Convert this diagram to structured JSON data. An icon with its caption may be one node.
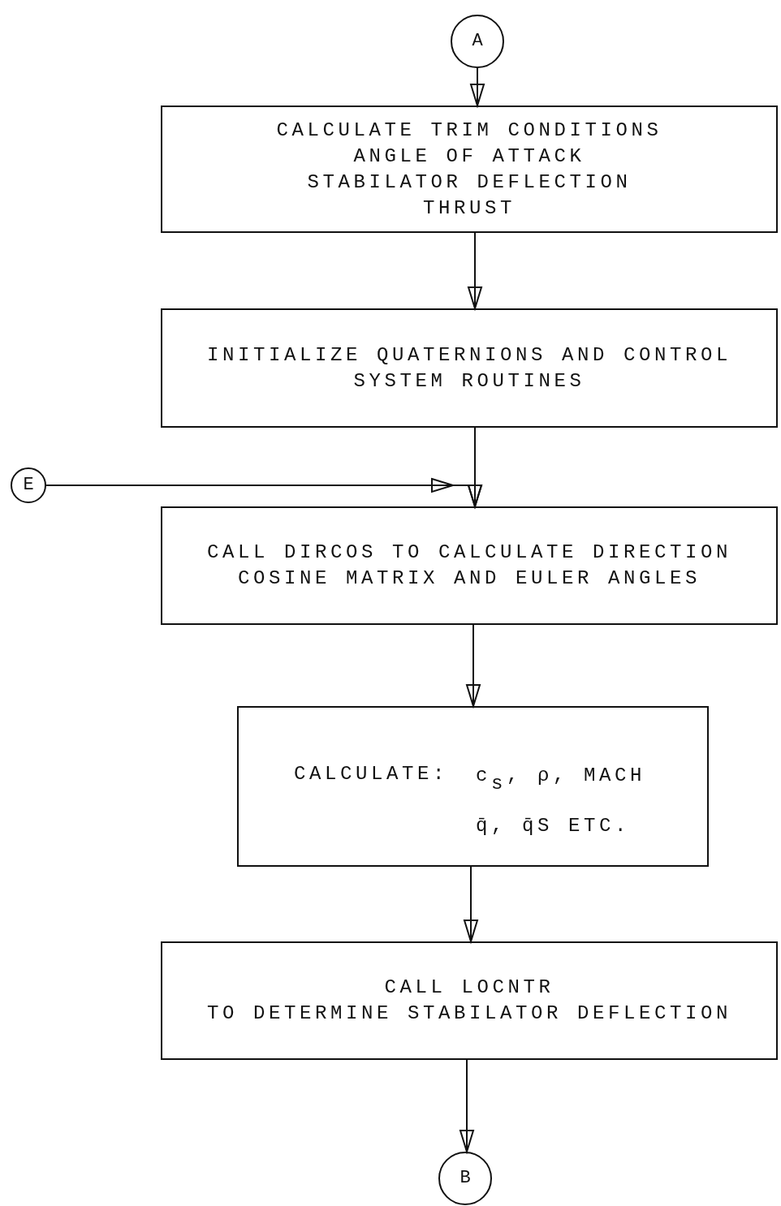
{
  "diagram": {
    "nodes": [
      {
        "text": [
          "A"
        ]
      },
      {
        "text": [
          "CALCULATE TRIM CONDITIONS",
          "ANGLE OF ATTACK",
          "STABILATOR DEFLECTION",
          "THRUST"
        ]
      },
      {
        "text": [
          "INITIALIZE QUATERNIONS AND CONTROL SYSTEM ROUTINES"
        ]
      },
      {
        "text": [
          "E"
        ]
      },
      {
        "text": [
          "CALL DIRCOS TO CALCULATE DIRECTION COSINE MATRIX AND EULER ANGLES"
        ]
      },
      {
        "text": [
          "CALCULATE:",
          "c$_{s}$, ρ, MACH",
          "q̄, q̄S ETC."
        ]
      },
      {
        "text": [
          "CALL LOCNTR",
          "TO DETERMINE STABILATOR DEFLECTION"
        ]
      },
      {
        "text": [
          "B"
        ]
      }
    ],
    "edges": [
      {
        "from": 0,
        "to": 1,
        "arrow": "to"
      },
      {
        "from": 1,
        "to": 2,
        "arrow": "to"
      },
      {
        "from": 2,
        "to": 4,
        "arrow": "to"
      },
      {
        "from": 3,
        "to": 4,
        "arrow": "to"
      },
      {
        "from": 4,
        "to": 5,
        "arrow": "to"
      },
      {
        "from": 5,
        "to": 6,
        "arrow": "to"
      },
      {
        "from": 6,
        "to": 7,
        "arrow": "to"
      }
    ]
  }
}
